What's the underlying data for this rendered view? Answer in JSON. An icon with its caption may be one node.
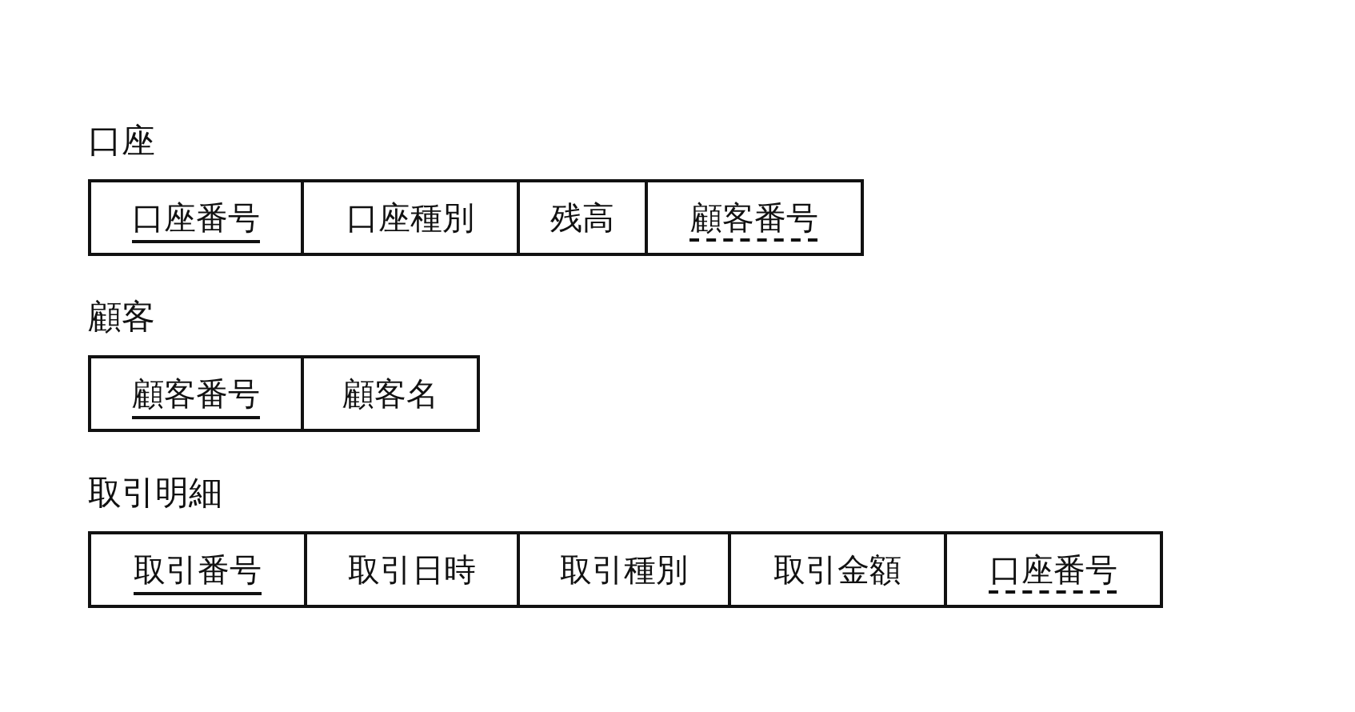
{
  "diagram": {
    "nodes": [
      {
        "text": [
          "口座"
        ]
      },
      {
        "text": [
          "口座番号"
        ],
        "in": 0
      },
      {
        "text": [
          "口座種別"
        ],
        "in": 0
      },
      {
        "text": [
          "残高"
        ],
        "in": 0
      },
      {
        "text": [
          "顧客番号"
        ],
        "in": 0
      },
      {
        "text": [
          "顧客"
        ]
      },
      {
        "text": [
          "顧客番号"
        ],
        "in": 5
      },
      {
        "text": [
          "顧客名"
        ],
        "in": 5
      },
      {
        "text": [
          "取引明細"
        ]
      },
      {
        "text": [
          "取引番号"
        ],
        "in": 8
      },
      {
        "text": [
          "取引日時"
        ],
        "in": 8
      },
      {
        "text": [
          "取引種別"
        ],
        "in": 8
      },
      {
        "text": [
          "取引金額"
        ],
        "in": 8
      },
      {
        "text": [
          "口座番号"
        ],
        "in": 8
      }
    ],
    "edges": []
  }
}
